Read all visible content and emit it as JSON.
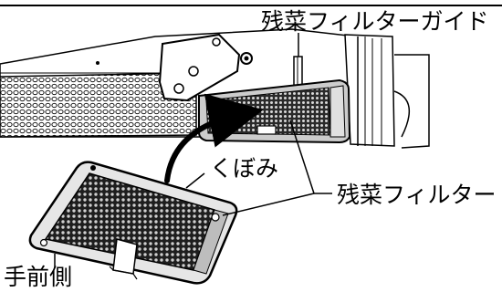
{
  "labels": {
    "guide": "残菜フィルターガイド",
    "kubomi": "くぼみ",
    "filter": "残菜フィルター",
    "front": "手前側"
  },
  "colors": {
    "line": "#000000",
    "mesh_fill": "#4a4a4a",
    "panel_light": "#e6e6e6",
    "panel_mid": "#bdbdbd"
  }
}
